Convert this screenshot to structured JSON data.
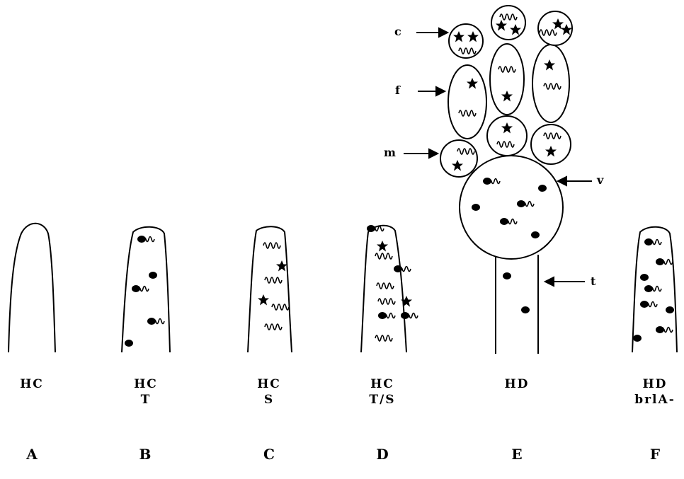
{
  "structure_labels": {
    "c": "c",
    "f": "f",
    "m": "m",
    "v": "v",
    "t": "t"
  },
  "panels": [
    {
      "letter": "A",
      "line1": "HC",
      "line2": ""
    },
    {
      "letter": "B",
      "line1": "HC",
      "line2": "T"
    },
    {
      "letter": "C",
      "line1": "HC",
      "line2": "S"
    },
    {
      "letter": "D",
      "line1": "HC",
      "line2": "T/S"
    },
    {
      "letter": "E",
      "line1": "HD",
      "line2": ""
    },
    {
      "letter": "F",
      "line1": "HD",
      "line2": "brlA-"
    }
  ],
  "symbol_icons": [
    "dot-icon",
    "star-icon",
    "squiggle-icon"
  ],
  "colors": {
    "ink": "#000000",
    "paper": "#ffffff"
  }
}
